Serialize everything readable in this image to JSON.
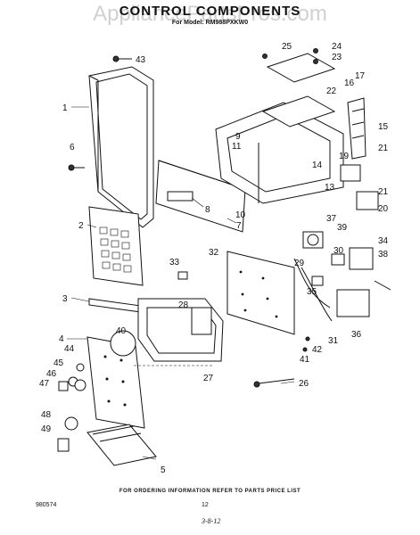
{
  "watermark": "AppliancePartsPros.com",
  "title": "CONTROL COMPONENTS",
  "model": "For Model: RM988PXKW0",
  "footer_note": "FOR ORDERING INFORMATION REFER TO PARTS PRICE LIST",
  "doc_number": "980574",
  "page_number": "12",
  "date_mark": "3-8-12",
  "callouts": [
    "1",
    "2",
    "3",
    "4",
    "5",
    "6",
    "7",
    "8",
    "9",
    "10",
    "11",
    "13",
    "14",
    "15",
    "16",
    "17",
    "19",
    "20",
    "21",
    "21",
    "22",
    "23",
    "24",
    "25",
    "26",
    "27",
    "28",
    "29",
    "30",
    "31",
    "32",
    "33",
    "34",
    "35",
    "36",
    "37",
    "38",
    "39",
    "40",
    "41",
    "42",
    "43",
    "44",
    "45",
    "46",
    "47",
    "48",
    "49"
  ]
}
